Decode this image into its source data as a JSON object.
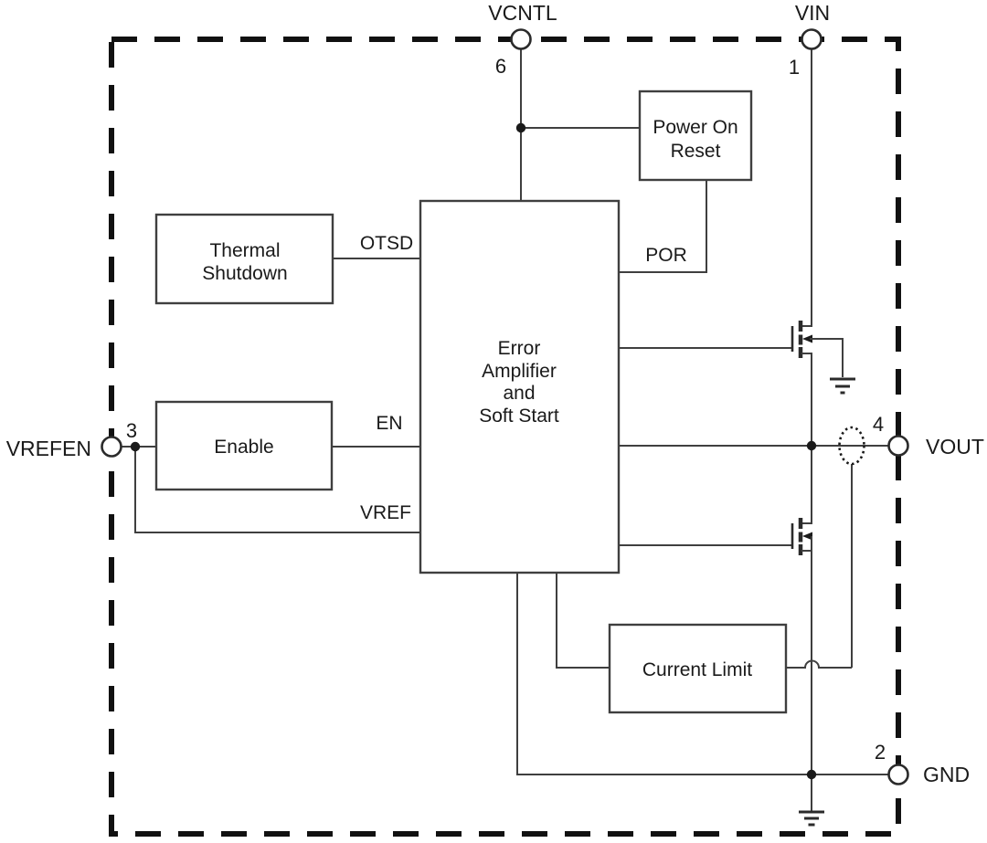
{
  "diagram": {
    "type": "ic-functional-block-diagram",
    "pins": {
      "vcntl": {
        "label": "VCNTL",
        "number": "6"
      },
      "vin": {
        "label": "VIN",
        "number": "1"
      },
      "vrefen": {
        "label": "VREFEN",
        "number": "3"
      },
      "vout": {
        "label": "VOUT",
        "number": "4"
      },
      "gnd": {
        "label": "GND",
        "number": "2"
      }
    },
    "blocks": {
      "thermal_shutdown": {
        "line1": "Thermal",
        "line2": "Shutdown"
      },
      "enable": {
        "label": "Enable"
      },
      "error_amplifier": {
        "line1": "Error",
        "line2": "Amplifier",
        "line3": "and",
        "line4": "Soft Start"
      },
      "power_on_reset": {
        "line1": "Power On",
        "line2": "Reset"
      },
      "current_limit": {
        "label": "Current Limit"
      }
    },
    "signals": {
      "otsd": "OTSD",
      "en": "EN",
      "vref": "VREF",
      "por": "POR"
    },
    "colors": {
      "wire": "#3f3f3f",
      "box_border": "#3f3f3f",
      "dashed_border": "#111111",
      "text": "#1a1a1a",
      "background": "#ffffff"
    }
  }
}
